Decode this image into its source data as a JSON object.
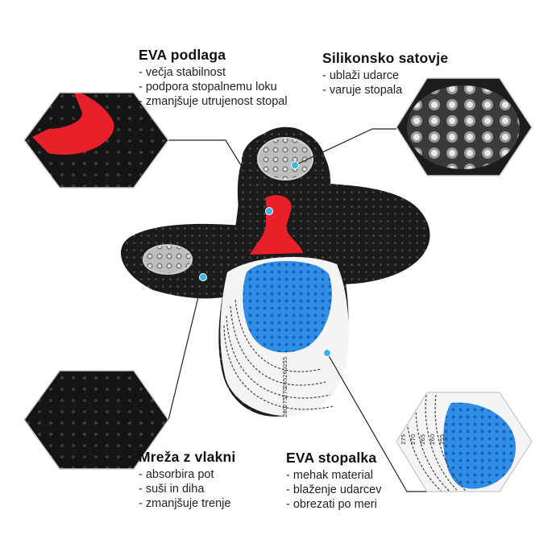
{
  "features": {
    "eva_base": {
      "title": "EVA podlaga",
      "items": [
        "večja stabilnost",
        "podpora stopalnemu loku",
        "zmanjšuje utrujenost stopal"
      ]
    },
    "silicone": {
      "title": "Silikonsko satovje",
      "items": [
        "ublaži udarce",
        "varuje stopala"
      ]
    },
    "mesh": {
      "title": "Mreža z vlakni",
      "items": [
        "absorbira pot",
        "suši in diha",
        "zmanjšuje trenje"
      ]
    },
    "eva_insole": {
      "title": "EVA stopalka",
      "items": [
        "mehak material",
        "blaženje udarcev",
        "obrezati po meri"
      ]
    }
  },
  "size_marks": {
    "main": [
      "255",
      "260",
      "265",
      "270",
      "275",
      "280"
    ],
    "zoom": [
      "275",
      "270",
      "265",
      "260",
      "255"
    ]
  },
  "colors": {
    "mesh_black": "#1a1a1a",
    "arch_red": "#e8202a",
    "gel_blue": "#2f8fe8",
    "pointer_dot": "#3fb3e6",
    "leader_line": "#222222"
  }
}
